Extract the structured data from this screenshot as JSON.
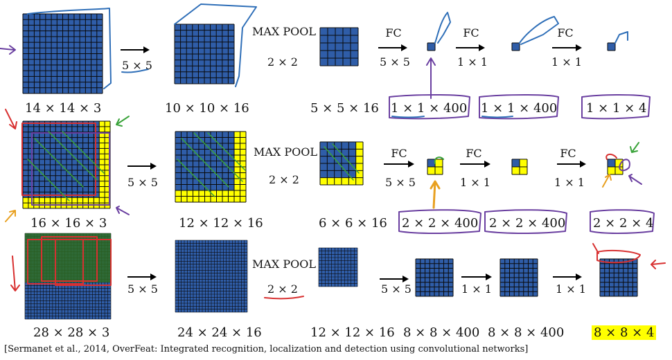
{
  "colors": {
    "blue": "#2f5da8",
    "yellow": "#ffff00",
    "grid": "#0a0a0a",
    "ink_blue": "#2f6fb8",
    "ink_purple": "#6a3fa0",
    "ink_green": "#3aa33a",
    "ink_red": "#d83030",
    "ink_orange": "#e8a020"
  },
  "rows": [
    {
      "input_label": "14 × 14 × 3",
      "conv_op": "5 × 5",
      "conv_label": "10 × 10 × 16",
      "pool_title": "MAX POOL",
      "pool_op": "2 × 2",
      "pool_label": "5 × 5 × 16",
      "fc1_op": "5 × 5",
      "fc1_label": "1 × 1 × 400",
      "fc2_op": "1 × 1",
      "fc2_label": "1 × 1 × 400",
      "fc3_op": "1 × 1",
      "fc3_label": "1 × 1 × 4",
      "fc_title": "FC"
    },
    {
      "input_label": "16 × 16 × 3",
      "conv_op": "5 × 5",
      "conv_label": "12 × 12 × 16",
      "pool_title": "MAX POOL",
      "pool_op": "2 × 2",
      "pool_label": "6 × 6 × 16",
      "fc1_op": "5 × 5",
      "fc1_label": "2 × 2 × 400",
      "fc2_op": "1 × 1",
      "fc2_label": "2 × 2 × 400",
      "fc3_op": "1 × 1",
      "fc3_label": "2 × 2 × 4",
      "fc_title": "FC"
    },
    {
      "input_label": "28 × 28 × 3",
      "conv_op": "5 × 5",
      "conv_label": "24 × 24 × 16",
      "pool_title": "MAX POOL",
      "pool_op": "2 × 2",
      "pool_label": "12 × 12 × 16",
      "fc1_op": "5 × 5",
      "fc1_label": "8 × 8 × 400",
      "fc2_op": "1 × 1",
      "fc2_label": "8 × 8 × 400",
      "fc3_op": "1 × 1",
      "fc3_label": "8 × 8 × 4"
    }
  ],
  "citation": "[Sermanet et al., 2014, OverFeat: Integrated recognition, localization and detection using convolutional networks]"
}
